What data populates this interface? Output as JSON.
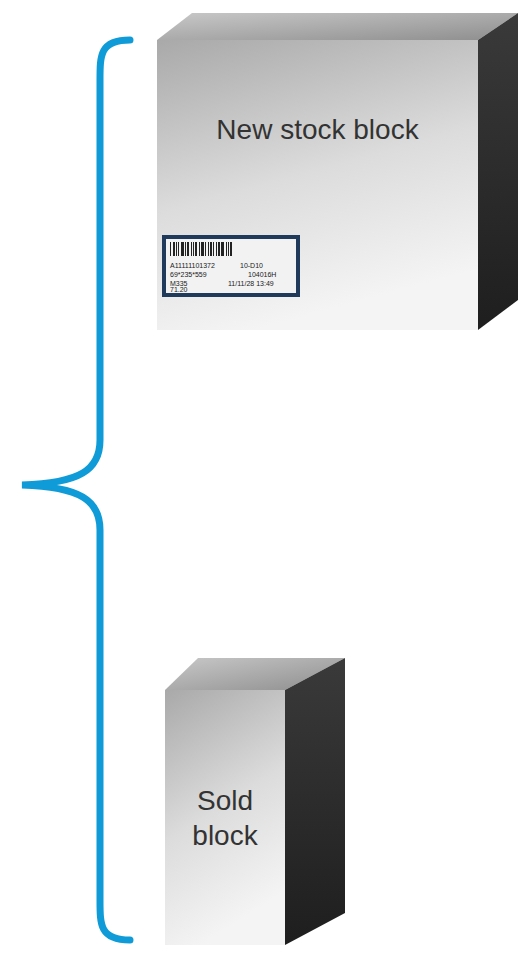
{
  "diagram": {
    "nodes": [
      {
        "text": [
          "New stock block"
        ]
      },
      {
        "text": [
          "Sold block"
        ]
      }
    ],
    "labels": [
      "A11111101372",
      "10-D10",
      "69*235*559",
      "104016H",
      "M335",
      "11/11/28 13:49",
      "71.20"
    ]
  }
}
